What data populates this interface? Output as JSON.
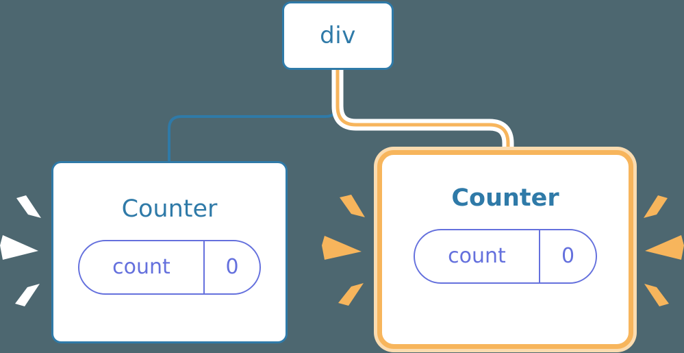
{
  "diagram": {
    "title": "React component tree re-render highlight",
    "background_color": "#4d6770",
    "root": {
      "label": "div",
      "node_type": "dom-element",
      "border_color": "#2f7aa8",
      "fill_color": "#ffffff"
    },
    "children": [
      {
        "id": "counter-left",
        "label": "Counter",
        "highlighted": false,
        "border_color": "#2f7aa8",
        "title_weight": "regular",
        "ray_color": "#ffffff",
        "state": {
          "key": "count",
          "value": "0",
          "border_color": "#6470dd",
          "text_color": "#6470dd"
        }
      },
      {
        "id": "counter-right",
        "label": "Counter",
        "highlighted": true,
        "border_color": "#f7b55c",
        "halo_color": "#fbdcb0",
        "title_weight": "bold",
        "ray_color": "#f7b55c",
        "state": {
          "key": "count",
          "value": "0",
          "border_color": "#6470dd",
          "text_color": "#6470dd"
        }
      }
    ],
    "connectors": [
      {
        "id": "connector-left",
        "from": "div",
        "to": "counter-left",
        "color": "#2f7aa8",
        "highlighted": false,
        "width": 4
      },
      {
        "id": "connector-right",
        "from": "div",
        "to": "counter-right",
        "color": "#f7b55c",
        "halo_color": "#ffffff",
        "highlighted": true,
        "width": 5
      }
    ],
    "colors": {
      "background": "#4d6770",
      "blue": "#2f7aa8",
      "orange": "#f7b55c",
      "orange_light": "#fbdcb0",
      "indigo": "#6470dd",
      "white": "#ffffff"
    }
  }
}
